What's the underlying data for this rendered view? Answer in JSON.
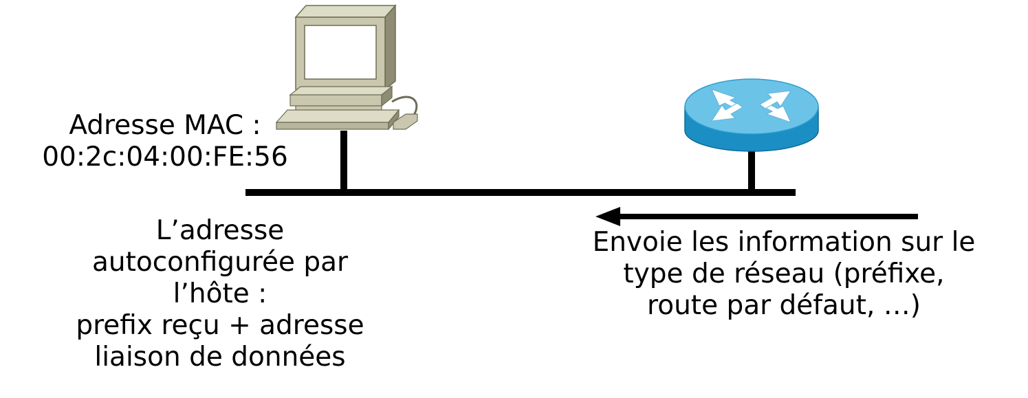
{
  "mac": {
    "lines": [
      "Adresse MAC :",
      "00:2c:04:00:FE:56"
    ]
  },
  "host_note": {
    "lines": [
      "L’adresse",
      "autoconfigurée par",
      "l’hôte :",
      "prefix reçu + adresse",
      "liaison de données"
    ]
  },
  "router_note": {
    "lines": [
      "Envoie les information sur le",
      "type de réseau (préfixe,",
      "route par défaut, …)"
    ]
  },
  "colors": {
    "line": "#000000",
    "computer_body": "#c9c7ad",
    "computer_shadow": "#8e8c72",
    "screen": "#ffffff",
    "router_top": "#6cc3e8",
    "router_side": "#1b8fc4",
    "router_arrows": "#ffffff"
  },
  "icons": {
    "host": "desktop-computer-icon",
    "router": "router-icon"
  }
}
